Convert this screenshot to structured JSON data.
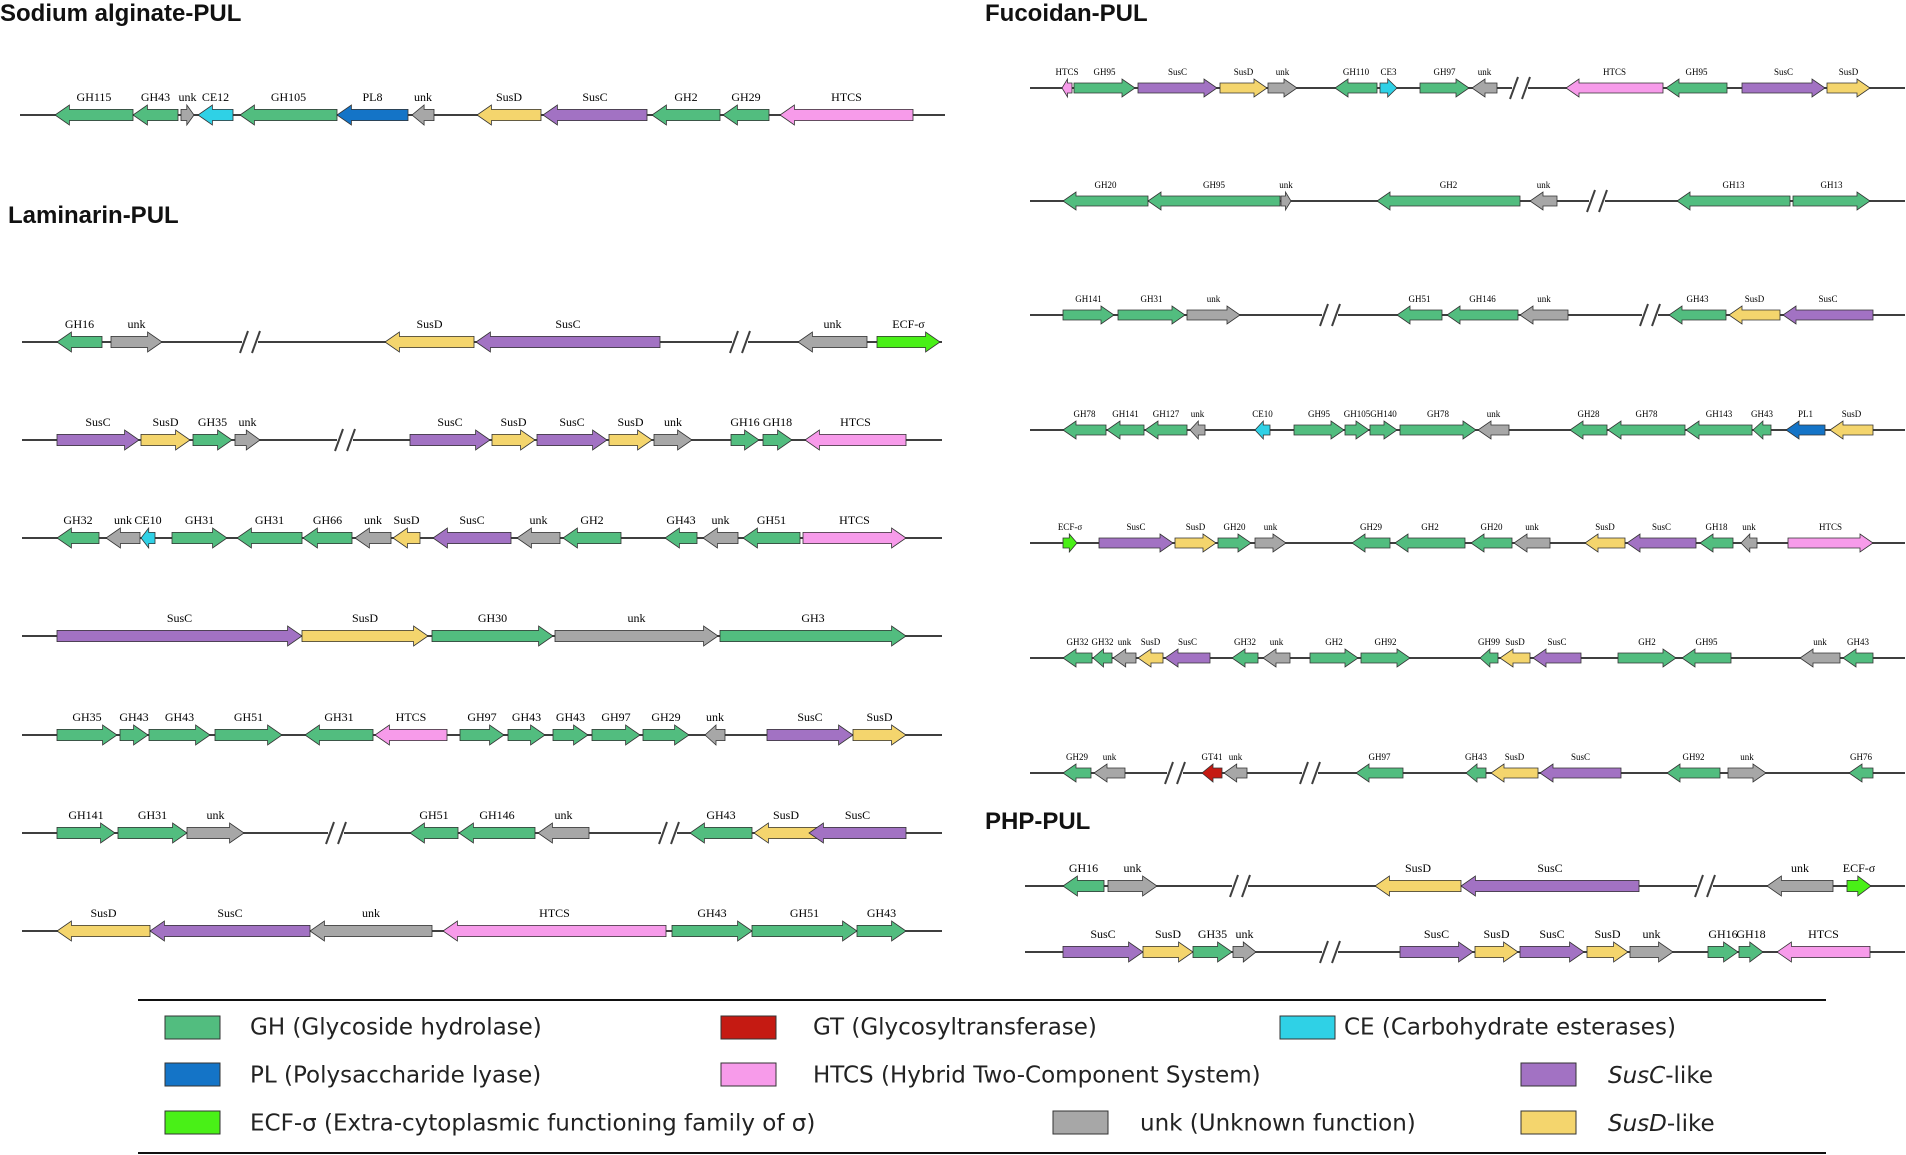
{
  "colors": {
    "GH": "#52bd7f",
    "PL": "#1474c7",
    "ECF": "#49f017",
    "GT": "#c51a12",
    "HTCS": "#f79bea",
    "CE": "#2fd1e6",
    "unk": "#a7a7a7",
    "SusC": "#a272c3",
    "SusD": "#f4d56d",
    "line": "#3f3f3f"
  },
  "titles": {
    "alginate": "Sodium alginate-PUL",
    "laminarin": "Laminarin-PUL",
    "fucoidan": "Fucoidan-PUL",
    "php": "PHP-PUL"
  },
  "legend": {
    "GH": "GH (Glycoside hydrolase)",
    "PL": "PL (Polysaccharide lyase)",
    "ECF": "ECF-σ (Extra-cytoplasmic functioning family of σ)",
    "GT": "GT (Glycosyltransferase)",
    "HTCS": "HTCS (Hybrid Two-Component System)",
    "unk": "unk (Unknown function)",
    "CE": "CE (Carbohydrate esterases)",
    "SusC_italic": "SusC",
    "SusC_rest": "-like",
    "SusD_italic": "SusD",
    "SusD_rest": "-like"
  },
  "clusters": [
    {
      "group": "alginate",
      "genes": [
        {
          "l": "GH115",
          "t": "GH",
          "d": "L"
        },
        {
          "l": "GH43",
          "t": "GH",
          "d": "L"
        },
        {
          "l": "unk",
          "t": "unk",
          "d": "R"
        },
        {
          "l": "CE12",
          "t": "CE",
          "d": "L"
        },
        {
          "l": "GH105",
          "t": "GH",
          "d": "L"
        },
        {
          "l": "PL8",
          "t": "PL",
          "d": "L"
        },
        {
          "l": "unk",
          "t": "unk",
          "d": "L"
        },
        {
          "l": "SusD",
          "t": "SusD",
          "d": "L"
        },
        {
          "l": "SusC",
          "t": "SusC",
          "d": "L"
        },
        {
          "l": "GH2",
          "t": "GH",
          "d": "L"
        },
        {
          "l": "GH29",
          "t": "GH",
          "d": "L"
        },
        {
          "l": "HTCS",
          "t": "HTCS",
          "d": "L"
        }
      ]
    },
    {
      "group": "laminarin",
      "genes": [
        {
          "l": "GH16",
          "t": "GH",
          "d": "L"
        },
        {
          "l": "unk",
          "t": "unk",
          "d": "R"
        },
        {
          "l": "SusD",
          "t": "SusD",
          "d": "L"
        },
        {
          "l": "SusC",
          "t": "SusC",
          "d": "L"
        },
        {
          "l": "unk",
          "t": "unk",
          "d": "L"
        },
        {
          "l": "ECF-σ",
          "t": "ECF",
          "d": "R"
        }
      ]
    },
    {
      "group": "laminarin",
      "genes": [
        {
          "l": "SusC",
          "t": "SusC",
          "d": "R"
        },
        {
          "l": "SusD",
          "t": "SusD",
          "d": "R"
        },
        {
          "l": "GH35",
          "t": "GH",
          "d": "R"
        },
        {
          "l": "unk",
          "t": "unk",
          "d": "R"
        },
        {
          "l": "SusC",
          "t": "SusC",
          "d": "R"
        },
        {
          "l": "SusD",
          "t": "SusD",
          "d": "R"
        },
        {
          "l": "SusC",
          "t": "SusC",
          "d": "R"
        },
        {
          "l": "SusD",
          "t": "SusD",
          "d": "R"
        },
        {
          "l": "unk",
          "t": "unk",
          "d": "R"
        },
        {
          "l": "GH16",
          "t": "GH",
          "d": "R"
        },
        {
          "l": "GH18",
          "t": "GH",
          "d": "R"
        },
        {
          "l": "HTCS",
          "t": "HTCS",
          "d": "L"
        }
      ]
    },
    {
      "group": "laminarin",
      "genes": [
        {
          "l": "GH32",
          "t": "GH",
          "d": "L"
        },
        {
          "l": "unk",
          "t": "unk",
          "d": "L"
        },
        {
          "l": "CE10",
          "t": "CE",
          "d": "L"
        },
        {
          "l": "GH31",
          "t": "GH",
          "d": "R"
        },
        {
          "l": "GH31",
          "t": "GH",
          "d": "L"
        },
        {
          "l": "GH66",
          "t": "GH",
          "d": "L"
        },
        {
          "l": "unk",
          "t": "unk",
          "d": "L"
        },
        {
          "l": "SusD",
          "t": "SusD",
          "d": "L"
        },
        {
          "l": "SusC",
          "t": "SusC",
          "d": "L"
        },
        {
          "l": "unk",
          "t": "unk",
          "d": "L"
        },
        {
          "l": "GH2",
          "t": "GH",
          "d": "L"
        },
        {
          "l": "GH43",
          "t": "GH",
          "d": "L"
        },
        {
          "l": "unk",
          "t": "unk",
          "d": "L"
        },
        {
          "l": "GH51",
          "t": "GH",
          "d": "L"
        },
        {
          "l": "HTCS",
          "t": "HTCS",
          "d": "R"
        }
      ]
    },
    {
      "group": "laminarin",
      "genes": [
        {
          "l": "SusC",
          "t": "SusC",
          "d": "R"
        },
        {
          "l": "SusD",
          "t": "SusD",
          "d": "R"
        },
        {
          "l": "GH30",
          "t": "GH",
          "d": "R"
        },
        {
          "l": "unk",
          "t": "unk",
          "d": "R"
        },
        {
          "l": "GH3",
          "t": "GH",
          "d": "R"
        }
      ]
    },
    {
      "group": "laminarin",
      "genes": [
        {
          "l": "GH35",
          "t": "GH",
          "d": "R"
        },
        {
          "l": "GH43",
          "t": "GH",
          "d": "R"
        },
        {
          "l": "GH43",
          "t": "GH",
          "d": "R"
        },
        {
          "l": "GH51",
          "t": "GH",
          "d": "R"
        },
        {
          "l": "GH31",
          "t": "GH",
          "d": "L"
        },
        {
          "l": "HTCS",
          "t": "HTCS",
          "d": "L"
        },
        {
          "l": "GH97",
          "t": "GH",
          "d": "R"
        },
        {
          "l": "GH43",
          "t": "GH",
          "d": "R"
        },
        {
          "l": "GH43",
          "t": "GH",
          "d": "R"
        },
        {
          "l": "GH97",
          "t": "GH",
          "d": "R"
        },
        {
          "l": "GH29",
          "t": "GH",
          "d": "R"
        },
        {
          "l": "unk",
          "t": "unk",
          "d": "L"
        },
        {
          "l": "SusC",
          "t": "SusC",
          "d": "R"
        },
        {
          "l": "SusD",
          "t": "SusD",
          "d": "R"
        }
      ]
    },
    {
      "group": "laminarin",
      "genes": [
        {
          "l": "GH141",
          "t": "GH",
          "d": "R"
        },
        {
          "l": "GH31",
          "t": "GH",
          "d": "R"
        },
        {
          "l": "unk",
          "t": "unk",
          "d": "R"
        },
        {
          "l": "GH51",
          "t": "GH",
          "d": "L"
        },
        {
          "l": "GH146",
          "t": "GH",
          "d": "L"
        },
        {
          "l": "unk",
          "t": "unk",
          "d": "L"
        },
        {
          "l": "GH43",
          "t": "GH",
          "d": "L"
        },
        {
          "l": "SusD",
          "t": "SusD",
          "d": "L"
        },
        {
          "l": "SusC",
          "t": "SusC",
          "d": "L"
        }
      ]
    },
    {
      "group": "laminarin",
      "genes": [
        {
          "l": "SusD",
          "t": "SusD",
          "d": "L"
        },
        {
          "l": "SusC",
          "t": "SusC",
          "d": "L"
        },
        {
          "l": "unk",
          "t": "unk",
          "d": "L"
        },
        {
          "l": "HTCS",
          "t": "HTCS",
          "d": "L"
        },
        {
          "l": "GH43",
          "t": "GH",
          "d": "R"
        },
        {
          "l": "GH51",
          "t": "GH",
          "d": "R"
        },
        {
          "l": "GH43",
          "t": "GH",
          "d": "R"
        }
      ]
    },
    {
      "group": "fucoidan",
      "genes": [
        {
          "l": "HTCS",
          "t": "HTCS",
          "d": "L"
        },
        {
          "l": "GH95",
          "t": "GH",
          "d": "R"
        },
        {
          "l": "SusC",
          "t": "SusC",
          "d": "R"
        },
        {
          "l": "SusD",
          "t": "SusD",
          "d": "R"
        },
        {
          "l": "unk",
          "t": "unk",
          "d": "R"
        },
        {
          "l": "GH110",
          "t": "GH",
          "d": "L"
        },
        {
          "l": "CE3",
          "t": "CE",
          "d": "R"
        },
        {
          "l": "GH97",
          "t": "GH",
          "d": "R"
        },
        {
          "l": "unk",
          "t": "unk",
          "d": "L"
        },
        {
          "l": "HTCS",
          "t": "HTCS",
          "d": "L"
        },
        {
          "l": "GH95",
          "t": "GH",
          "d": "L"
        },
        {
          "l": "SusC",
          "t": "SusC",
          "d": "R"
        },
        {
          "l": "SusD",
          "t": "SusD",
          "d": "R"
        }
      ]
    },
    {
      "group": "fucoidan",
      "genes": [
        {
          "l": "GH20",
          "t": "GH",
          "d": "L"
        },
        {
          "l": "GH95",
          "t": "GH",
          "d": "L"
        },
        {
          "l": "unk",
          "t": "unk",
          "d": "R"
        },
        {
          "l": "GH2",
          "t": "GH",
          "d": "L"
        },
        {
          "l": "unk",
          "t": "unk",
          "d": "L"
        },
        {
          "l": "GH13",
          "t": "GH",
          "d": "L"
        },
        {
          "l": "GH13",
          "t": "GH",
          "d": "R"
        }
      ]
    },
    {
      "group": "fucoidan",
      "genes": [
        {
          "l": "GH141",
          "t": "GH",
          "d": "R"
        },
        {
          "l": "GH31",
          "t": "GH",
          "d": "R"
        },
        {
          "l": "unk",
          "t": "unk",
          "d": "R"
        },
        {
          "l": "GH51",
          "t": "GH",
          "d": "L"
        },
        {
          "l": "GH146",
          "t": "GH",
          "d": "L"
        },
        {
          "l": "unk",
          "t": "unk",
          "d": "L"
        },
        {
          "l": "GH43",
          "t": "GH",
          "d": "L"
        },
        {
          "l": "SusD",
          "t": "SusD",
          "d": "L"
        },
        {
          "l": "SusC",
          "t": "SusC",
          "d": "L"
        }
      ]
    },
    {
      "group": "fucoidan",
      "genes": [
        {
          "l": "GH78",
          "t": "GH",
          "d": "L"
        },
        {
          "l": "GH141",
          "t": "GH",
          "d": "L"
        },
        {
          "l": "GH127",
          "t": "GH",
          "d": "L"
        },
        {
          "l": "unk",
          "t": "unk",
          "d": "L"
        },
        {
          "l": "CE10",
          "t": "CE",
          "d": "L"
        },
        {
          "l": "GH95",
          "t": "GH",
          "d": "R"
        },
        {
          "l": "GH105",
          "t": "GH",
          "d": "R"
        },
        {
          "l": "GH140",
          "t": "GH",
          "d": "R"
        },
        {
          "l": "GH78",
          "t": "GH",
          "d": "R"
        },
        {
          "l": "unk",
          "t": "unk",
          "d": "L"
        },
        {
          "l": "GH28",
          "t": "GH",
          "d": "L"
        },
        {
          "l": "GH78",
          "t": "GH",
          "d": "L"
        },
        {
          "l": "GH143",
          "t": "GH",
          "d": "L"
        },
        {
          "l": "GH43",
          "t": "GH",
          "d": "L"
        },
        {
          "l": "PL1",
          "t": "PL",
          "d": "L"
        },
        {
          "l": "SusD",
          "t": "SusD",
          "d": "L"
        }
      ]
    },
    {
      "group": "fucoidan",
      "genes": [
        {
          "l": "ECF-σ",
          "t": "ECF",
          "d": "R"
        },
        {
          "l": "SusC",
          "t": "SusC",
          "d": "R"
        },
        {
          "l": "SusD",
          "t": "SusD",
          "d": "R"
        },
        {
          "l": "GH20",
          "t": "GH",
          "d": "R"
        },
        {
          "l": "unk",
          "t": "unk",
          "d": "R"
        },
        {
          "l": "GH29",
          "t": "GH",
          "d": "L"
        },
        {
          "l": "GH2",
          "t": "GH",
          "d": "L"
        },
        {
          "l": "GH20",
          "t": "GH",
          "d": "L"
        },
        {
          "l": "unk",
          "t": "unk",
          "d": "L"
        },
        {
          "l": "SusD",
          "t": "SusD",
          "d": "L"
        },
        {
          "l": "SusC",
          "t": "SusC",
          "d": "L"
        },
        {
          "l": "GH18",
          "t": "GH",
          "d": "L"
        },
        {
          "l": "unk",
          "t": "unk",
          "d": "L"
        },
        {
          "l": "HTCS",
          "t": "HTCS",
          "d": "R"
        }
      ]
    },
    {
      "group": "fucoidan",
      "genes": [
        {
          "l": "GH32",
          "t": "GH",
          "d": "L"
        },
        {
          "l": "GH32",
          "t": "GH",
          "d": "L"
        },
        {
          "l": "unk",
          "t": "unk",
          "d": "L"
        },
        {
          "l": "SusD",
          "t": "SusD",
          "d": "L"
        },
        {
          "l": "SusC",
          "t": "SusC",
          "d": "L"
        },
        {
          "l": "GH32",
          "t": "GH",
          "d": "L"
        },
        {
          "l": "unk",
          "t": "unk",
          "d": "L"
        },
        {
          "l": "GH2",
          "t": "GH",
          "d": "R"
        },
        {
          "l": "GH92",
          "t": "GH",
          "d": "R"
        },
        {
          "l": "GH99",
          "t": "GH",
          "d": "L"
        },
        {
          "l": "SusD",
          "t": "SusD",
          "d": "L"
        },
        {
          "l": "SusC",
          "t": "SusC",
          "d": "L"
        },
        {
          "l": "GH2",
          "t": "GH",
          "d": "R"
        },
        {
          "l": "GH95",
          "t": "GH",
          "d": "L"
        },
        {
          "l": "unk",
          "t": "unk",
          "d": "L"
        },
        {
          "l": "GH43",
          "t": "GH",
          "d": "L"
        }
      ]
    },
    {
      "group": "fucoidan",
      "genes": [
        {
          "l": "GH29",
          "t": "GH",
          "d": "L"
        },
        {
          "l": "unk",
          "t": "unk",
          "d": "L"
        },
        {
          "l": "GT41",
          "t": "GT",
          "d": "L"
        },
        {
          "l": "unk",
          "t": "unk",
          "d": "L"
        },
        {
          "l": "GH97",
          "t": "GH",
          "d": "L"
        },
        {
          "l": "GH43",
          "t": "GH",
          "d": "L"
        },
        {
          "l": "SusD",
          "t": "SusD",
          "d": "L"
        },
        {
          "l": "SusC",
          "t": "SusC",
          "d": "L"
        },
        {
          "l": "GH92",
          "t": "GH",
          "d": "L"
        },
        {
          "l": "unk",
          "t": "unk",
          "d": "R"
        },
        {
          "l": "GH76",
          "t": "GH",
          "d": "L"
        }
      ]
    },
    {
      "group": "php",
      "genes": [
        {
          "l": "GH16",
          "t": "GH",
          "d": "L"
        },
        {
          "l": "unk",
          "t": "unk",
          "d": "R"
        },
        {
          "l": "SusD",
          "t": "SusD",
          "d": "L"
        },
        {
          "l": "SusC",
          "t": "SusC",
          "d": "L"
        },
        {
          "l": "unk",
          "t": "unk",
          "d": "L"
        },
        {
          "l": "ECF-σ",
          "t": "ECF",
          "d": "R"
        }
      ]
    },
    {
      "group": "php",
      "genes": [
        {
          "l": "SusC",
          "t": "SusC",
          "d": "R"
        },
        {
          "l": "SusD",
          "t": "SusD",
          "d": "R"
        },
        {
          "l": "GH35",
          "t": "GH",
          "d": "R"
        },
        {
          "l": "unk",
          "t": "unk",
          "d": "R"
        },
        {
          "l": "SusC",
          "t": "SusC",
          "d": "R"
        },
        {
          "l": "SusD",
          "t": "SusD",
          "d": "R"
        },
        {
          "l": "SusC",
          "t": "SusC",
          "d": "R"
        },
        {
          "l": "SusD",
          "t": "SusD",
          "d": "R"
        },
        {
          "l": "unk",
          "t": "unk",
          "d": "R"
        },
        {
          "l": "GH16",
          "t": "GH",
          "d": "R"
        },
        {
          "l": "GH18",
          "t": "GH",
          "d": "R"
        },
        {
          "l": "HTCS",
          "t": "HTCS",
          "d": "L"
        }
      ]
    }
  ]
}
